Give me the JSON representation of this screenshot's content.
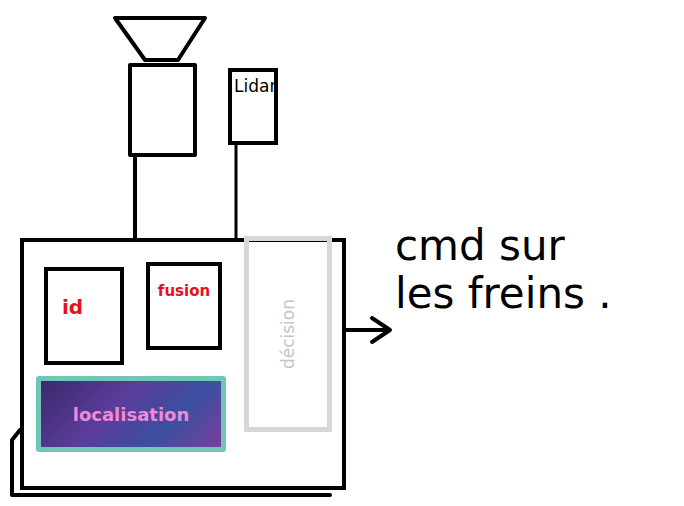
{
  "diagram": {
    "nodes": [
      {
        "text": [
          "Lidar"
        ]
      },
      {
        "text": []
      },
      {
        "text": [
          "id"
        ],
        "in": 1
      },
      {
        "text": [
          "fusion"
        ],
        "in": 1
      },
      {
        "text": [
          "décision"
        ],
        "in": 1
      },
      {
        "text": [
          "localisation"
        ],
        "in": 1
      }
    ],
    "edges": [
      {
        "from": 0,
        "to": 1,
        "arrow": "none"
      }
    ],
    "labels": [
      "cmd sur les freins ."
    ]
  }
}
